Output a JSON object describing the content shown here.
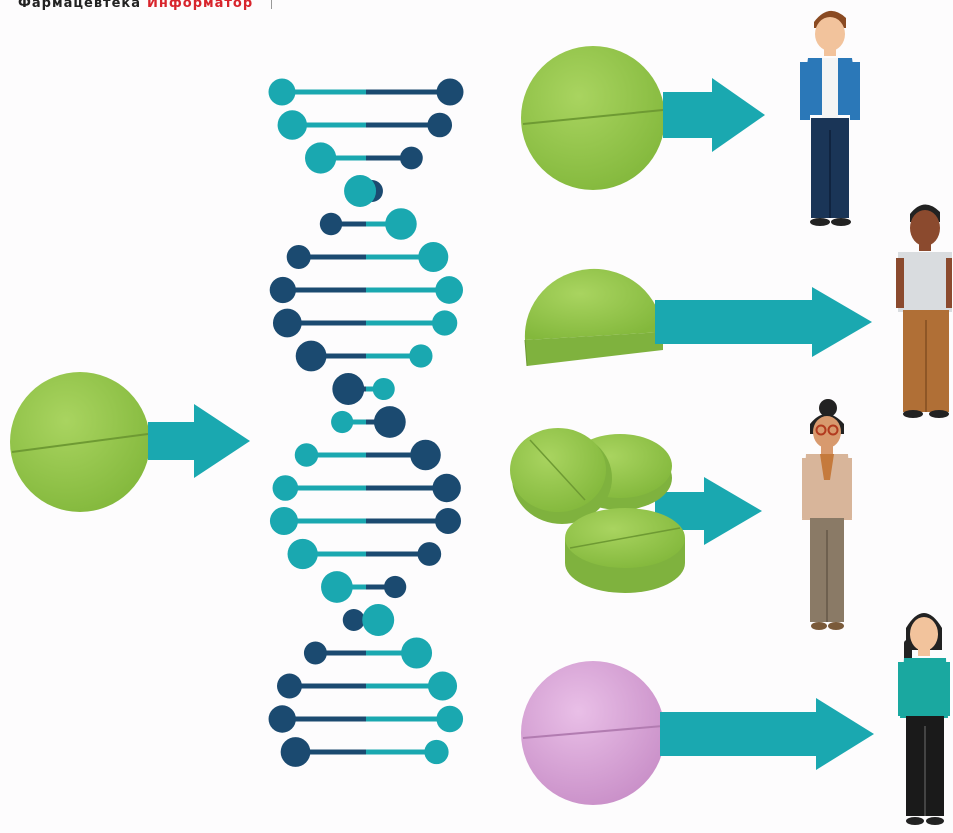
{
  "header": {
    "brand_prefix": "Фармацевтека",
    "brand_suffix": "Информатор"
  },
  "colors": {
    "background": "#fdfcfd",
    "teal": "#1aa8b0",
    "dark_blue": "#1b4a70",
    "green_pill": "#8fc446",
    "pink_pill": "#d7a0d6",
    "brand_red": "#d8242c"
  },
  "diagram": {
    "input": "green round pill",
    "center": "DNA double helix",
    "outcomes": [
      {
        "pill": "whole green pill",
        "person": "man in blue jacket"
      },
      {
        "pill": "half green pill",
        "person": "man in grey t-shirt"
      },
      {
        "pill": "several green pills",
        "person": "woman with glasses"
      },
      {
        "pill": "whole pink pill",
        "person": "woman in teal shirt"
      }
    ]
  }
}
